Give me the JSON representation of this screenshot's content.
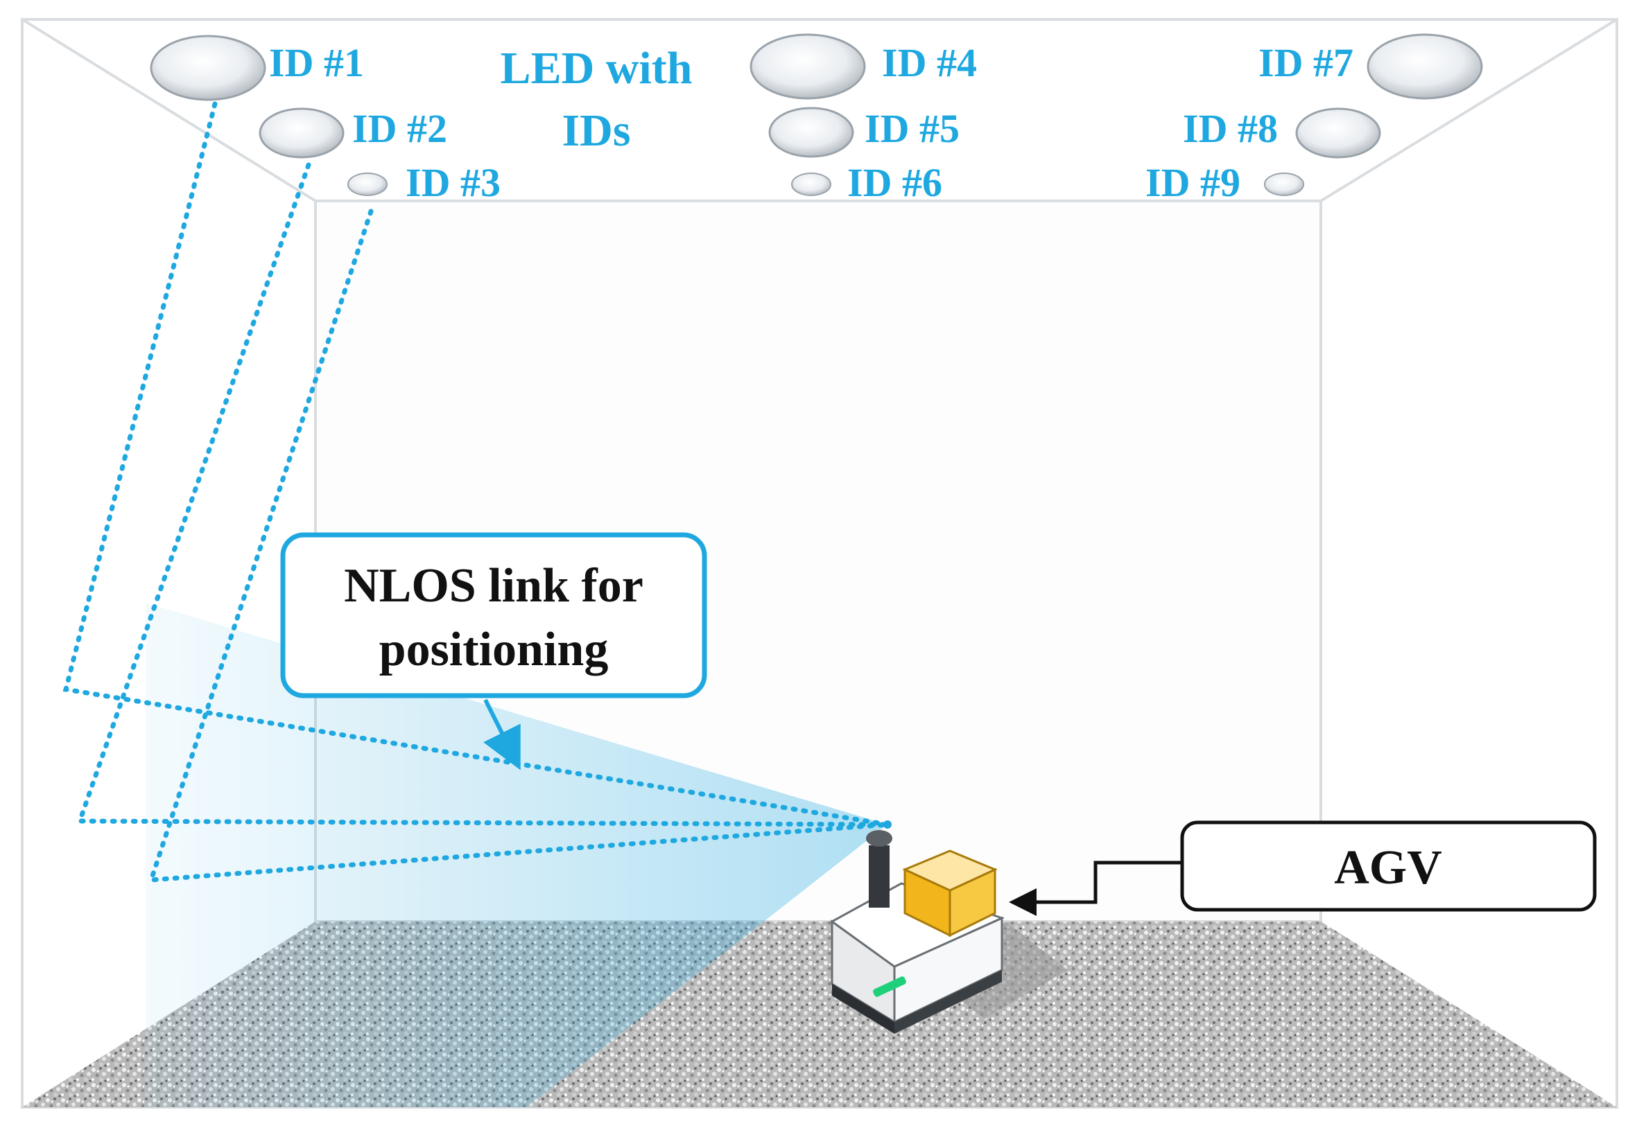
{
  "colors": {
    "accent": "#1fa8e0",
    "label_text": "#111111",
    "frame": "#d9dde0",
    "cargo": "#f2b51b"
  },
  "leds": {
    "title_line1": "LED with",
    "title_line2": "IDs",
    "ids": [
      "ID #1",
      "ID #2",
      "ID #3",
      "ID #4",
      "ID #5",
      "ID #6",
      "ID #7",
      "ID #8",
      "ID #9"
    ]
  },
  "callouts": {
    "nlos_line1": "NLOS link for",
    "nlos_line2": "positioning",
    "agv": "AGV"
  }
}
